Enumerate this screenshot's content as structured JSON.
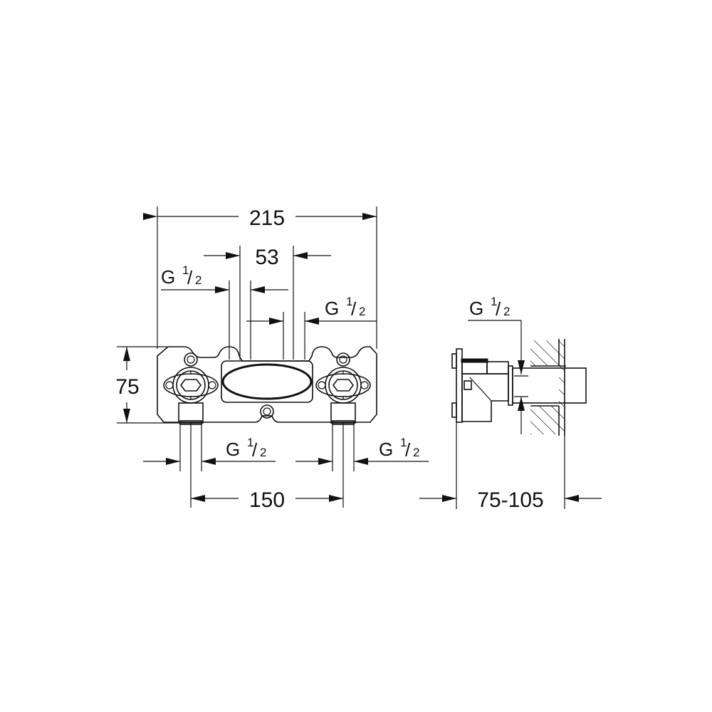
{
  "drawing": {
    "type": "technical dimension drawing",
    "front_view": {
      "overall_width": "215",
      "center_opening_width": "53",
      "height": "75",
      "outlet_spacing": "150",
      "thread_top_left": {
        "prefix": "G",
        "num": "1",
        "den": "2"
      },
      "thread_top_right": {
        "prefix": "G",
        "num": "1",
        "den": "2"
      },
      "thread_bottom_left": {
        "prefix": "G",
        "num": "1",
        "den": "2"
      },
      "thread_bottom_right": {
        "prefix": "G",
        "num": "1",
        "den": "2"
      }
    },
    "side_view": {
      "thread": {
        "prefix": "G",
        "num": "1",
        "den": "2"
      },
      "depth_range": "75-105"
    }
  }
}
